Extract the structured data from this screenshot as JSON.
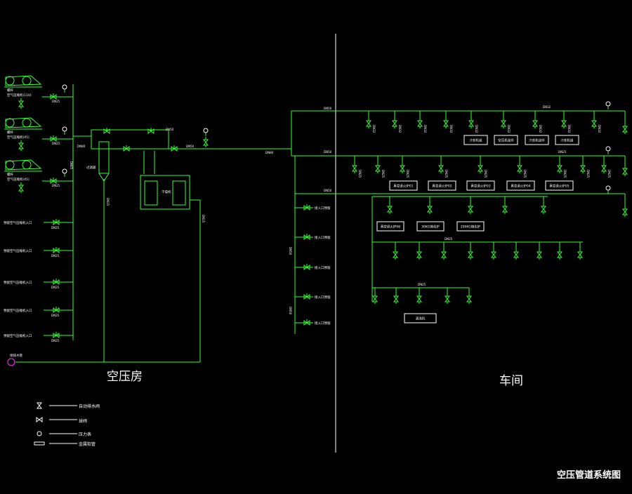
{
  "title": "空压管道系统图",
  "region_left": "空压房",
  "region_right": "车间",
  "colors": {
    "pipe": "#33ff33",
    "text": "#ffffff",
    "background": "#000000",
    "accent": "#ff33ff"
  },
  "compressors": [
    {
      "line1": "螺杆",
      "line2": "空气压缩机(110)"
    },
    {
      "line1": "螺杆",
      "line2": "空气压缩机(45)"
    },
    {
      "line1": "螺杆",
      "line2": "空气压缩机(45)"
    }
  ],
  "reserve_inlets": [
    "预留空气压缩机入口",
    "预留空气压缩机入口",
    "预留空气压缩机入口",
    "预留空气压缩机入口",
    "预留空气压缩机入口"
  ],
  "left_pipe_tags": [
    "DN25",
    "DN25",
    "DN25",
    "DN25",
    "DN25",
    "DN25",
    "DN25",
    "DN25"
  ],
  "main_riser_tag": "DN65",
  "header_tags": [
    "DN50",
    "DN80"
  ],
  "main_tag": "DN80",
  "filter_label": "过滤器",
  "dryer_label": "干燥机",
  "drain_label": "DN15",
  "drain_out": "接排水管",
  "right_branch_tags": [
    "DN50",
    "DN50",
    "DN50"
  ],
  "row1": {
    "tag": "DN32",
    "boxes": [
      "冷却机组",
      "空压机组件",
      "冷却机组件",
      "冷却机组"
    ]
  },
  "row2": {
    "tag": "DN25",
    "boxes": [
      "真空退火炉01",
      "真空退火炉02",
      "真空退火炉03",
      "真空退火炉04",
      "真空退火炉05"
    ]
  },
  "row3": {
    "boxes": [
      "真空退火炉06",
      "30KG熔化炉",
      "200KG熔化炉"
    ]
  },
  "row4": {
    "tag": "DN25"
  },
  "row5": {
    "tag": "DN25",
    "box": "清洗机"
  },
  "sidebranch": {
    "tag": "DN50",
    "items": [
      "接入口预留",
      "接入口预留",
      "接入口预留",
      "接入口预留",
      "接入口预留"
    ]
  },
  "legend": [
    {
      "icon": "auto-drain-valve-icon",
      "text": "自动排水阀"
    },
    {
      "icon": "ball-valve-icon",
      "text": "球阀"
    },
    {
      "icon": "pressure-gauge-icon",
      "text": "压力表"
    },
    {
      "icon": "pipe-spec-icon",
      "text": "金属软管"
    }
  ]
}
